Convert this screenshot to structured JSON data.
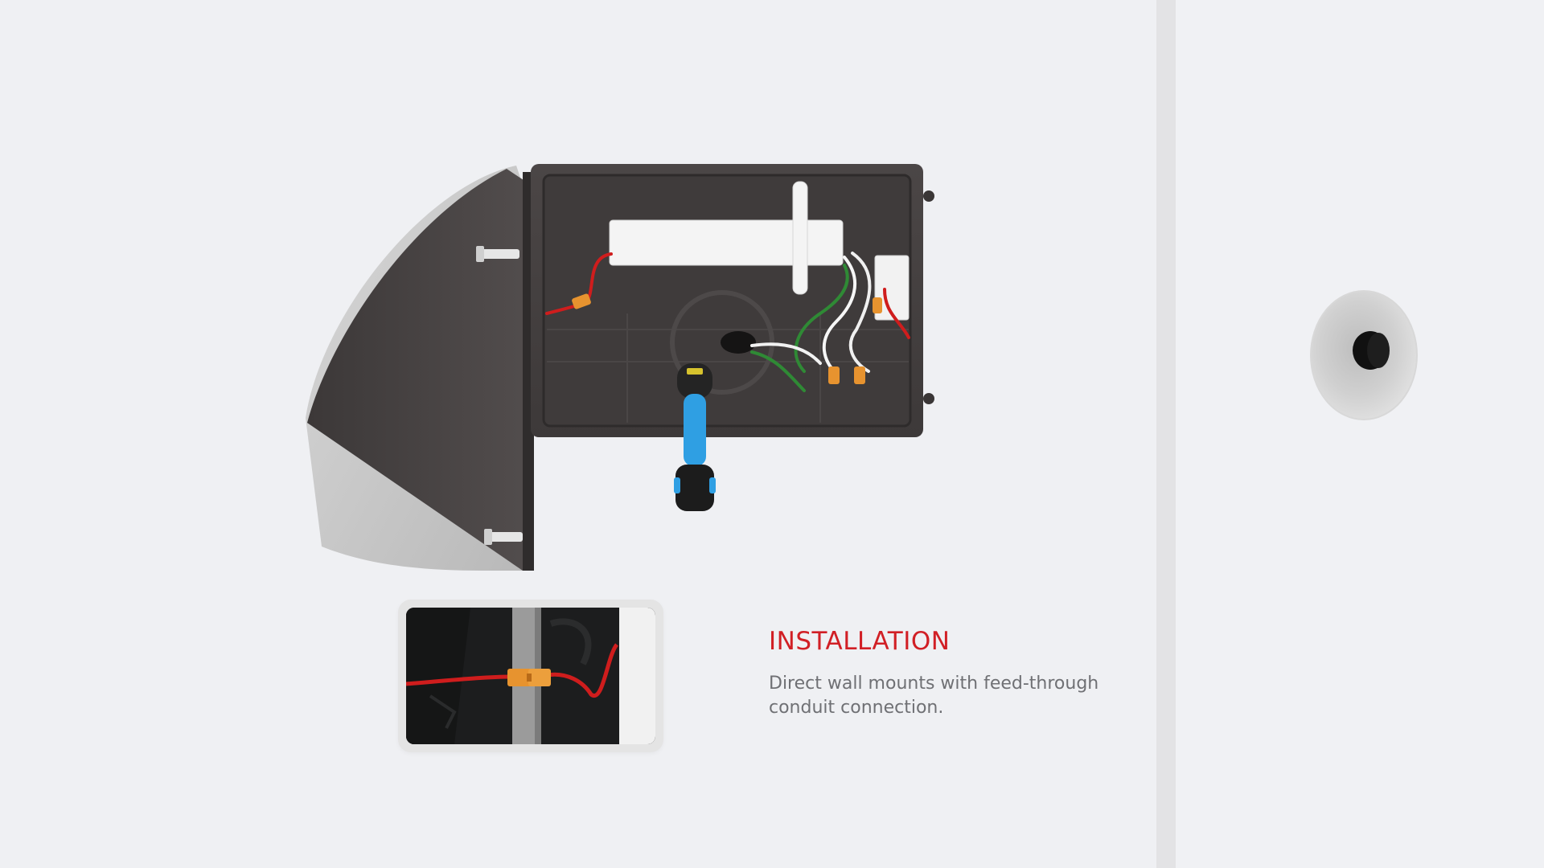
{
  "installation": {
    "heading": "INSTALLATION",
    "description": "Direct wall mounts with feed-through conduit connection."
  },
  "colors": {
    "background": "#eff0f3",
    "accent": "#d11f25",
    "body_text": "#6f7074",
    "housing": "#4a4646",
    "connector_orange": "#e7932f",
    "wire_red": "#cf1d1d",
    "wire_green": "#2f8a35",
    "tool_blue": "#2f9fe3"
  },
  "icons": {
    "product": "wall-pack-light-open-housing",
    "detail": "wire-connector-close-up",
    "fitting": "conduit-fitting-icon"
  }
}
